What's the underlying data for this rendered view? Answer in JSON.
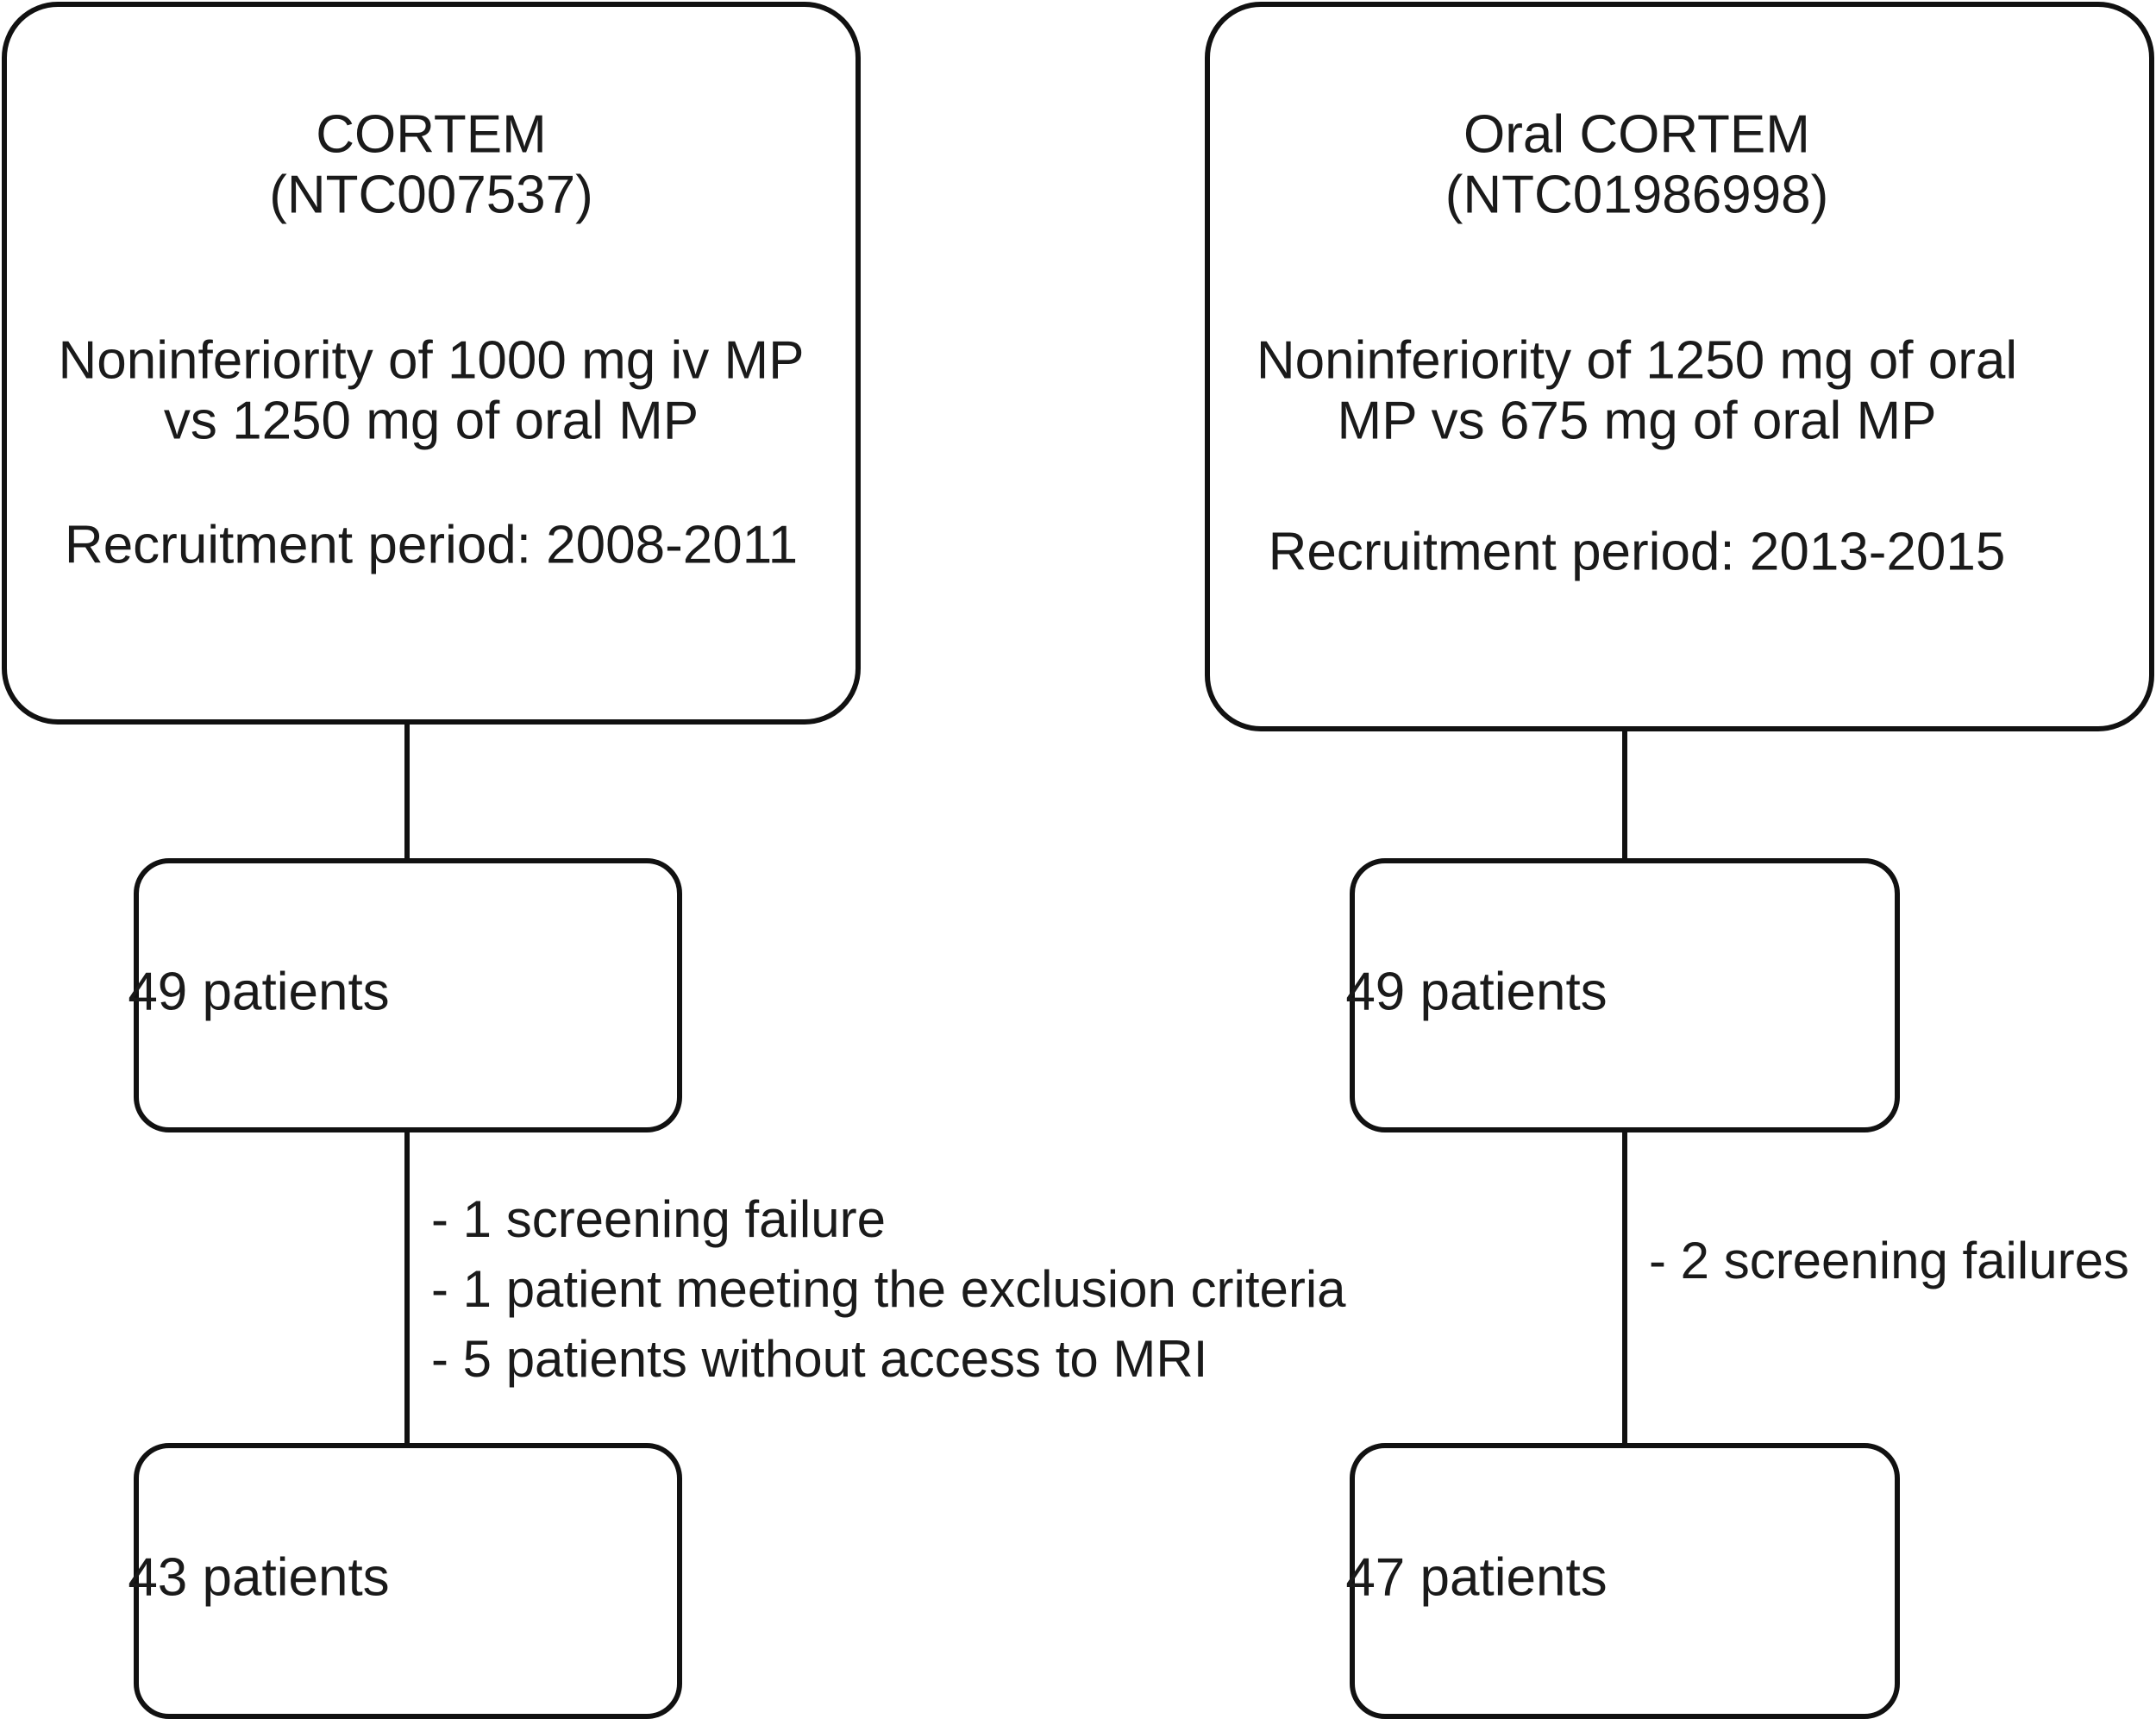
{
  "diagram": {
    "type": "flowchart",
    "title": "Patient enrollment flow for CORTEM and Oral CORTEM trials",
    "colors": {
      "background": "#ffffff",
      "stroke": "#111111",
      "text": "#1a1a1a"
    },
    "arms": [
      {
        "id": "cortem",
        "study": {
          "name": "CORTEM",
          "registration_id": "(NTC007537)",
          "objective_line1": "Noninferiority of 1000 mg iv MP",
          "objective_line2": "vs 1250 mg of oral MP",
          "recruitment": "Recruitment period: 2008-2011"
        },
        "enrolled": "49 patients",
        "exclusions": [
          "- 1 screening failure",
          "- 1 patient meeting the exclusion criteria",
          "- 5 patients without access to MRI"
        ],
        "analyzed": "43 patients"
      },
      {
        "id": "oral-cortem",
        "study": {
          "name": "Oral CORTEM",
          "registration_id": "(NTC01986998)",
          "objective_line1": "Noninferiority of 1250 mg of oral",
          "objective_line2": "MP vs 675 mg of oral MP",
          "recruitment": "Recruitment period: 2013-2015"
        },
        "enrolled": "49 patients",
        "exclusions": [
          "- 2 screening failures"
        ],
        "analyzed": "47 patients"
      }
    ]
  }
}
